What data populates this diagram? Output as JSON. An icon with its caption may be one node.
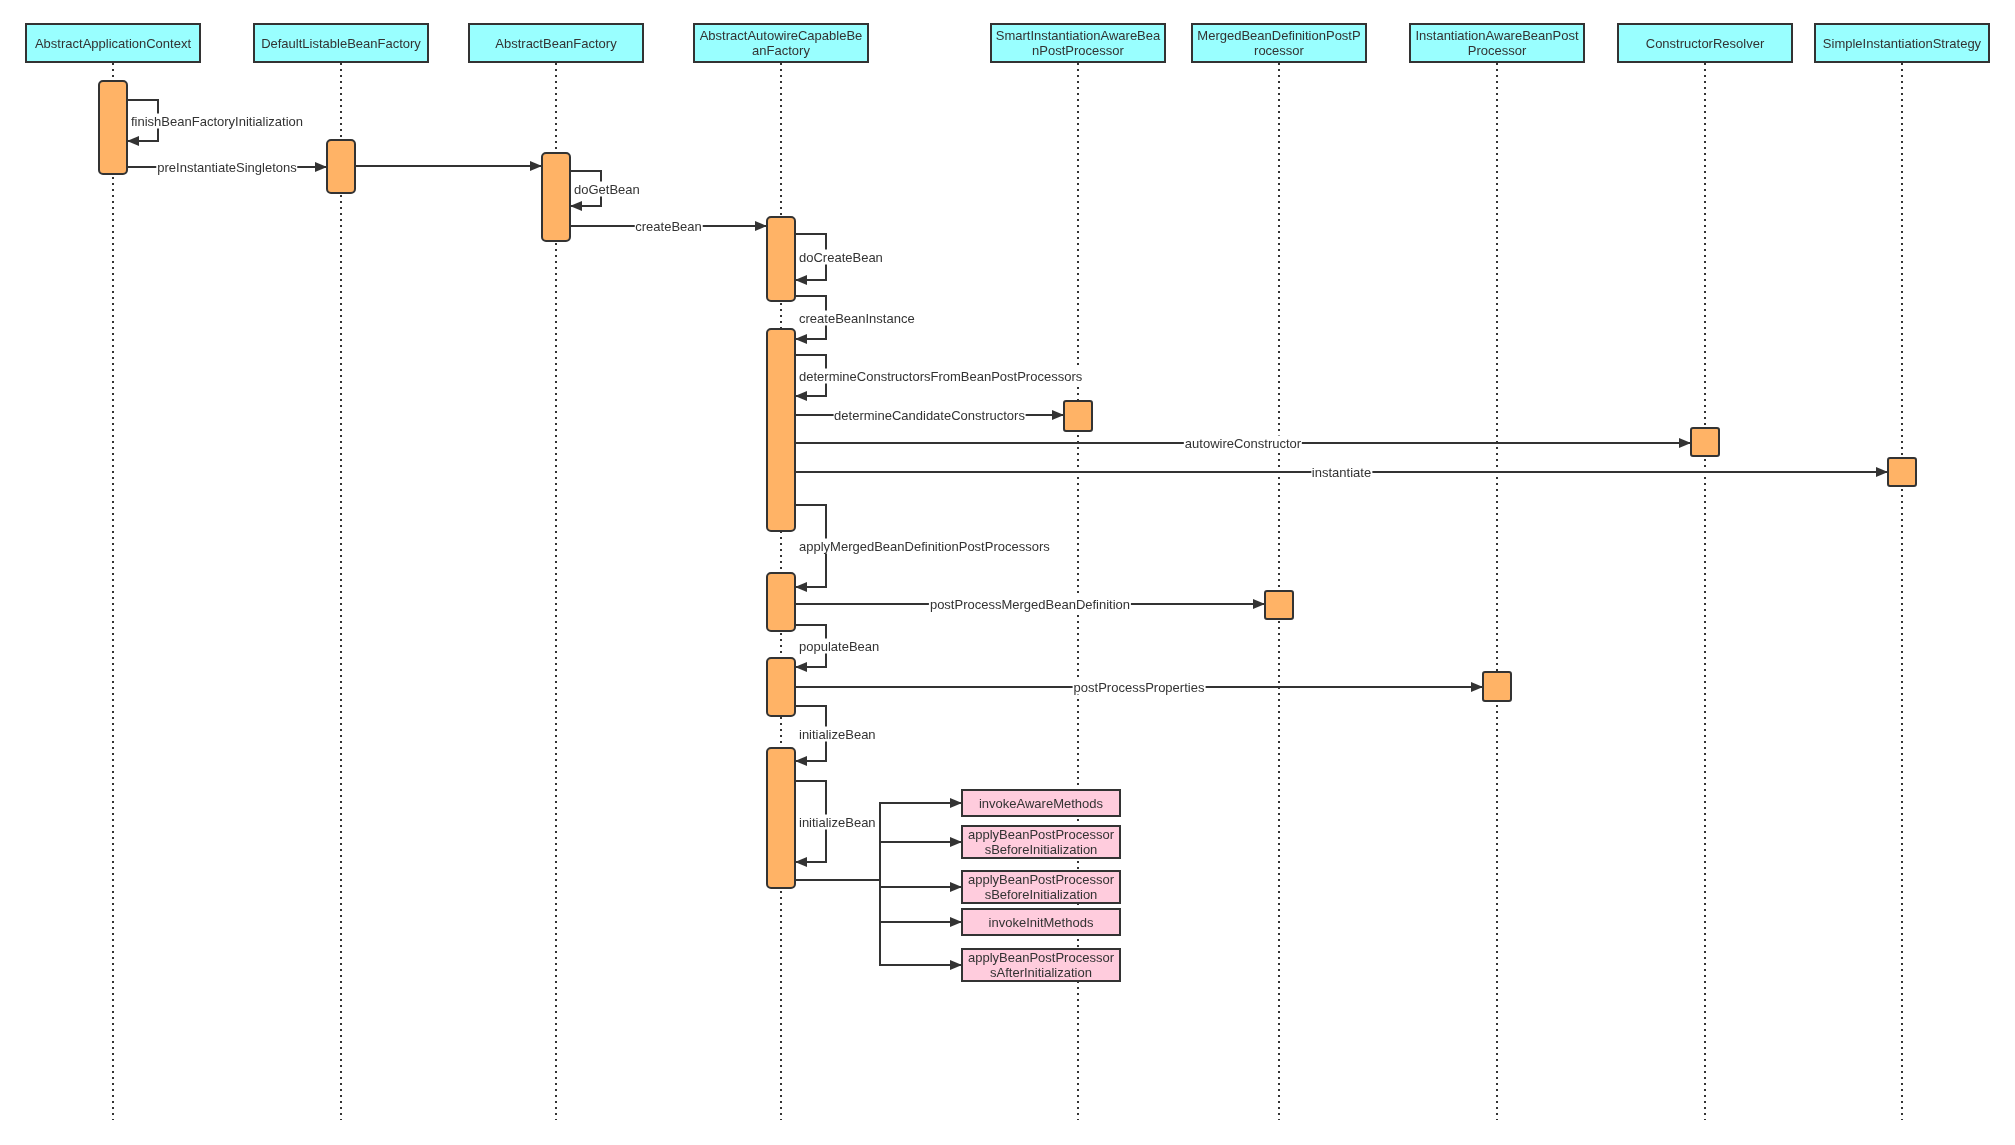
{
  "diagram": {
    "nodes": [
      {
        "text": [
          "AbstractApplicationContext"
        ]
      },
      {
        "text": [
          "DefaultListableBeanFactory"
        ]
      },
      {
        "text": [
          "AbstractBeanFactory"
        ]
      },
      {
        "text": [
          "AbstractAutowireCapableBeanFactory"
        ]
      },
      {
        "text": [
          "SmartInstantiationAwareBeanPostProcessor"
        ]
      },
      {
        "text": [
          "MergedBeanDefinitionPostProcessor"
        ]
      },
      {
        "text": [
          "InstantiationAwareBeanPostProcessor"
        ]
      },
      {
        "text": [
          "ConstructorResolver"
        ]
      },
      {
        "text": [
          "SimpleInstantiationStrategy"
        ]
      },
      {
        "text": [],
        "shape": "bar"
      },
      {
        "text": [],
        "shape": "bar"
      },
      {
        "text": [],
        "shape": "bar"
      },
      {
        "text": [],
        "shape": "bar"
      },
      {
        "text": [],
        "shape": "bar"
      },
      {
        "text": [],
        "shape": "box"
      },
      {
        "text": [],
        "shape": "box"
      },
      {
        "text": [],
        "shape": "box"
      },
      {
        "text": [],
        "shape": "bar"
      },
      {
        "text": [],
        "shape": "box"
      },
      {
        "text": [],
        "shape": "bar"
      },
      {
        "text": [],
        "shape": "box"
      },
      {
        "text": [],
        "shape": "bar"
      },
      {
        "text": [
          "invokeAwareMethods"
        ]
      },
      {
        "text": [
          "applyBeanPostProcessorsBeforeInitialization"
        ]
      },
      {
        "text": [
          "applyBeanPostProcessorsBeforeInitialization"
        ]
      },
      {
        "text": [
          "invokeInitMethods"
        ]
      },
      {
        "text": [
          "applyBeanPostProcessorsAfterInitialization"
        ]
      }
    ],
    "edges": [
      {
        "from": 9,
        "to": 9,
        "arrow": "to",
        "label": "finishBeanFactoryInitialization"
      },
      {
        "from": 9,
        "to": 10,
        "arrow": "to",
        "label": "preInstantiateSingletons"
      },
      {
        "from": 10,
        "to": 11,
        "arrow": "to"
      },
      {
        "from": 11,
        "to": 11,
        "arrow": "to",
        "label": "doGetBean"
      },
      {
        "from": 11,
        "to": 12,
        "arrow": "to",
        "label": "createBean"
      },
      {
        "from": 12,
        "to": 12,
        "arrow": "to",
        "label": "doCreateBean"
      },
      {
        "from": 12,
        "to": 13,
        "arrow": "to",
        "label": "createBeanInstance"
      },
      {
        "from": 13,
        "to": 13,
        "arrow": "to",
        "label": "determineConstructorsFromBeanPostProcessors"
      },
      {
        "from": 13,
        "to": 14,
        "arrow": "to",
        "label": "determineCandidateConstructors"
      },
      {
        "from": 13,
        "to": 15,
        "arrow": "to",
        "label": "autowireConstructor"
      },
      {
        "from": 13,
        "to": 16,
        "arrow": "to",
        "label": "instantiate"
      },
      {
        "from": 13,
        "to": 17,
        "arrow": "to",
        "label": "applyMergedBeanDefinitionPostProcessors"
      },
      {
        "from": 17,
        "to": 18,
        "arrow": "to",
        "label": "postProcessMergedBeanDefinition"
      },
      {
        "from": 17,
        "to": 19,
        "arrow": "to",
        "label": "populateBean"
      },
      {
        "from": 19,
        "to": 20,
        "arrow": "to",
        "label": "postProcessProperties"
      },
      {
        "from": 19,
        "to": 21,
        "arrow": "to",
        "label": "initializeBean"
      },
      {
        "from": 21,
        "to": 21,
        "arrow": "to",
        "label": "initializeBean"
      },
      {
        "from": 21,
        "to": 22,
        "arrow": "to"
      },
      {
        "from": 21,
        "to": 23,
        "arrow": "to"
      },
      {
        "from": 21,
        "to": 24,
        "arrow": "to"
      },
      {
        "from": 21,
        "to": 25,
        "arrow": "to"
      },
      {
        "from": 21,
        "to": 26,
        "arrow": "to"
      }
    ]
  }
}
